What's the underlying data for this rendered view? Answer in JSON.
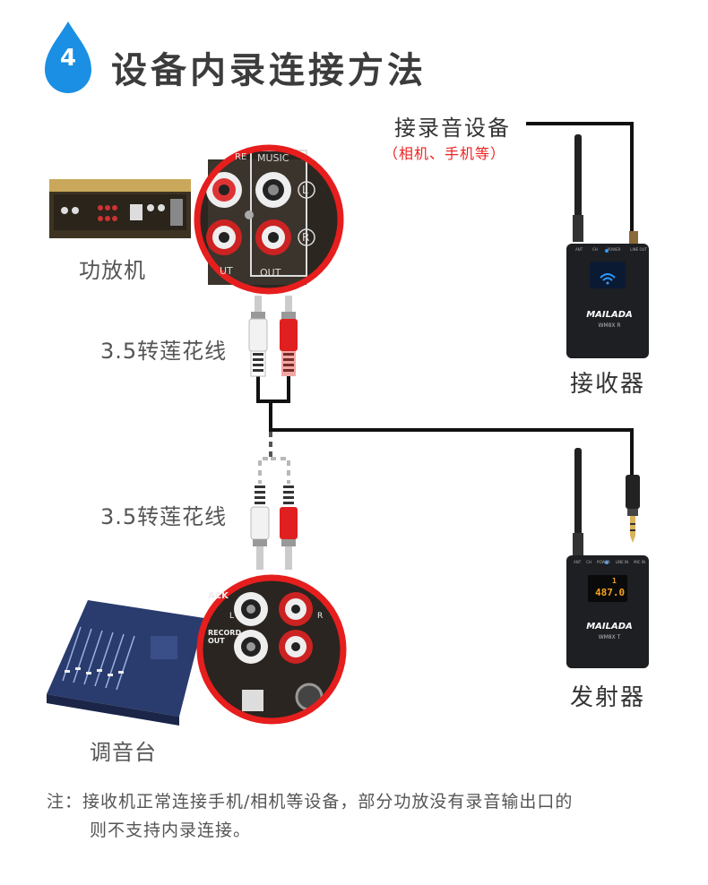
{
  "header": {
    "step_number": "4",
    "title": "设备内录连接方法"
  },
  "labels": {
    "recorder": "接录音设备",
    "recorder_sub": "（相机、手机等）",
    "amplifier": "功放机",
    "cable_top": "3.5转莲花线",
    "cable_bottom": "3.5转莲花线",
    "receiver": "接收器",
    "transmitter": "发射器",
    "mixer": "调音台"
  },
  "amp_zoom": {
    "music_label": "MUSIC",
    "pre_label": "RE",
    "l_label": "L",
    "r_label": "R",
    "out_label": "OUT",
    "ut_label": "UT"
  },
  "mixer_zoom": {
    "back_label": "ACK",
    "record_out_label": "RECORD OUT",
    "l_label": "L",
    "r_label": "R"
  },
  "receiver_device": {
    "brand": "MAILADA",
    "model": "WM8X R",
    "jack_labels": [
      "ANT",
      "CH",
      "POWER",
      "LINE OUT"
    ]
  },
  "transmitter_device": {
    "brand": "MAILADA",
    "model": "WM8X T",
    "jack_labels": [
      "ANT",
      "CH",
      "POWER",
      "LINE IN",
      "MIC IN"
    ],
    "screen_freq": "487.0",
    "screen_ch": "1"
  },
  "note": {
    "line1": "注：接收机正常连接手机/相机等设备，部分功放没有录音输出口的",
    "line2": "则不支持内录连接。"
  },
  "colors": {
    "accent_blue": "#1a8fe3",
    "zoom_ring": "#e61e1e",
    "plug_red": "#e02020",
    "plug_white": "#f2f2f2"
  }
}
